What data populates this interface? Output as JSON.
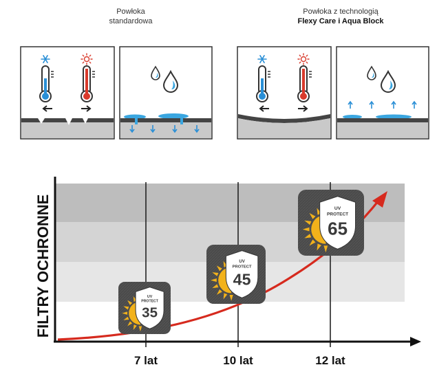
{
  "comparison": {
    "standard": {
      "line1": "Powłoka",
      "line2": "standardowa"
    },
    "flexy": {
      "line1": "Powłoka z technologią",
      "line2": "Flexy Care i Aqua Block"
    }
  },
  "chart": {
    "y_axis_title": "FILTRY OCHRONNE",
    "x_labels": [
      "7 lat",
      "10 lat",
      "12 lat"
    ],
    "badges": [
      {
        "uv": "UV",
        "protect": "PROTECT",
        "value": "35"
      },
      {
        "uv": "UV",
        "protect": "PROTECT",
        "value": "45"
      },
      {
        "uv": "UV",
        "protect": "PROTECT",
        "value": "65"
      }
    ]
  },
  "colors": {
    "cold": "#2a8fd6",
    "hot": "#d93a2b",
    "water": "#3aa6e0",
    "curve": "#d62a1e",
    "sun": "#f2b21b",
    "badge": "#4a4a4a"
  }
}
